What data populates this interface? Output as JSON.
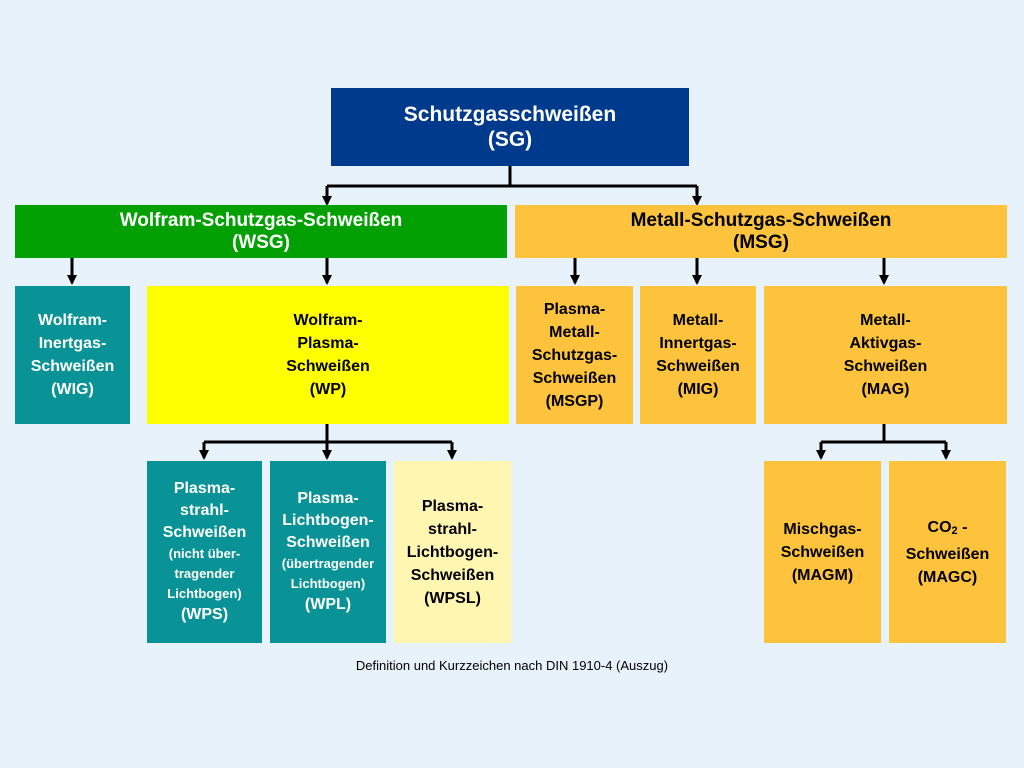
{
  "root": {
    "name": "Schutzgasschweißen",
    "abbr": "(SG)"
  },
  "wsg": {
    "name": "Wolfram-Schutzgas-Schweißen",
    "abbr": "(WSG)"
  },
  "msg": {
    "name": "Metall-Schutzgas-Schweißen",
    "abbr": "(MSG)"
  },
  "wig": {
    "l1": "Wolfram-",
    "l2": "Inertgas-",
    "l3": "Schweißen",
    "abbr": "(WIG)"
  },
  "wp": {
    "l1": "Wolfram-",
    "l2": "Plasma-",
    "l3": "Schweißen",
    "abbr": "(WP)"
  },
  "msgp": {
    "l1": "Plasma-",
    "l2": "Metall-",
    "l3": "Schutzgas-",
    "l4": "Schweißen",
    "abbr": "(MSGP)"
  },
  "mig": {
    "l1": "Metall-",
    "l2": "Innertgas-",
    "l3": "Schweißen",
    "abbr": "(MIG)"
  },
  "mag": {
    "l1": "Metall-",
    "l2": "Aktivgas-",
    "l3": "Schweißen",
    "abbr": "(MAG)"
  },
  "wps": {
    "l1": "Plasma-",
    "l2": "strahl-",
    "l3": "Schweißen",
    "n1": "(nicht über-",
    "n2": "tragender",
    "n3": "Lichtbogen)",
    "abbr": "(WPS)"
  },
  "wpl": {
    "l1": "Plasma-",
    "l2": "Lichtbogen-",
    "l3": "Schweißen",
    "n1": "(übertragender",
    "n2": "Lichtbogen)",
    "abbr": "(WPL)"
  },
  "wpsl": {
    "l1": "Plasma-",
    "l2": "strahl-",
    "l3": "Lichtbogen-",
    "l4": "Schweißen",
    "abbr": "(WPSL)"
  },
  "magm": {
    "l1": "Mischgas-",
    "l2": "Schweißen",
    "abbr": "(MAGM)"
  },
  "magc": {
    "co": "CO",
    "sub": "2",
    "dash": " -",
    "l2": "Schweißen",
    "abbr": "(MAGC)"
  },
  "footnote": "Definition und Kurzzeichen nach DIN 1910-4 (Auszug)",
  "colors": {
    "background": "#e8f2fb",
    "root": "#003a8c",
    "wsg_family": "#03a003",
    "msg_family": "#fdc33c",
    "teal": "#0a9396",
    "yellow": "#ffff00",
    "pale_yellow": "#fff6b2",
    "connector": "#000000"
  }
}
